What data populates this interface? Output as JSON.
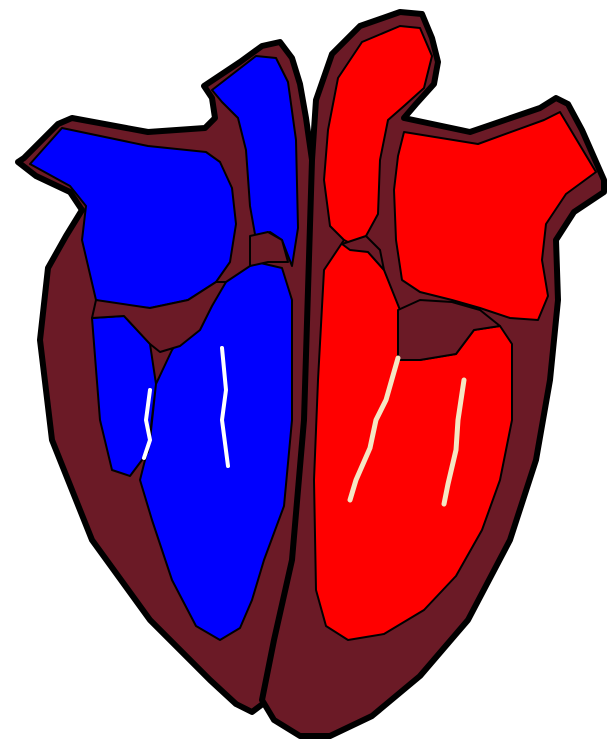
{
  "colors": {
    "background": "#ffffff",
    "outline": "#000000",
    "heart_wall": "#6b1a26",
    "deoxygenated_blood": "#0000ff",
    "oxygenated_blood": "#ff0000",
    "chordae_right": "#ffffff",
    "chordae_left": "#f5e6c4"
  },
  "regions": [
    "heart-wall",
    "superior-vena-cava",
    "pulmonary-artery",
    "right-atrium",
    "right-ventricle",
    "aorta",
    "pulmonary-veins",
    "left-atrium",
    "left-ventricle",
    "right-chordae-tendineae",
    "left-chordae-tendineae"
  ]
}
